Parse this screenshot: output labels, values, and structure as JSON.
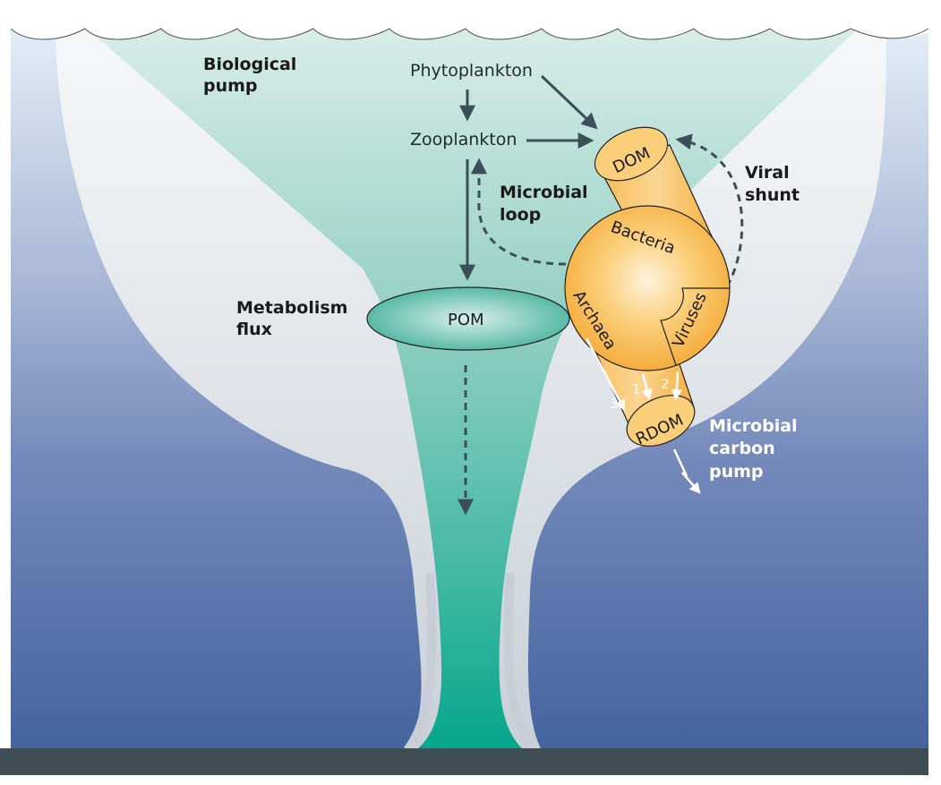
{
  "diagram": {
    "title_labels": {
      "biological_pump": [
        "Biological",
        "pump"
      ],
      "metabolism_flux": [
        "Metabolism",
        "flux"
      ],
      "microbial_loop": [
        "Microbial",
        "loop"
      ],
      "viral_shunt": [
        "Viral",
        "shunt"
      ],
      "microbial_carbon_pump": [
        "Microbial",
        "carbon",
        "pump"
      ]
    },
    "nodes": {
      "phytoplankton": "Phytoplankton",
      "zooplankton": "Zooplankton",
      "dom": "DOM",
      "pom": "POM",
      "rdom": "RDOM",
      "bacteria": "Bacteria",
      "archaea": "Archaea",
      "viruses": "Viruses"
    },
    "pathway_numbers": [
      "1",
      "2",
      "3"
    ],
    "edges": [
      {
        "from": "Phytoplankton",
        "to": "Zooplankton",
        "style": "solid"
      },
      {
        "from": "Phytoplankton",
        "to": "DOM",
        "style": "solid"
      },
      {
        "from": "Zooplankton",
        "to": "DOM",
        "style": "solid"
      },
      {
        "from": "Zooplankton",
        "to": "POM",
        "style": "solid"
      },
      {
        "from": "Bacteria",
        "to": "Zooplankton",
        "style": "dashed",
        "label": "Microbial loop"
      },
      {
        "from": "Viruses",
        "to": "DOM",
        "style": "dashed",
        "label": "Viral shunt"
      },
      {
        "from": "POM",
        "to": "deep ocean",
        "style": "dashed"
      },
      {
        "from": "Bacteria",
        "to": "RDOM",
        "style": "solid",
        "label": "1"
      },
      {
        "from": "Viruses",
        "to": "RDOM",
        "style": "solid",
        "label": "2"
      },
      {
        "from": "Archaea",
        "to": "RDOM",
        "style": "solid",
        "label": "3"
      },
      {
        "from": "RDOM",
        "to": "deep ocean",
        "style": "zigzag",
        "label": "Microbial carbon pump"
      }
    ],
    "colors": {
      "ocean_top": "#dce8f2",
      "ocean_bottom": "#45639e",
      "funnel_top": "#d6ebe6",
      "funnel_bottom": "#0aa88e",
      "halo": "#d9dde2",
      "microbe_orange": "#f6b445",
      "seafloor": "#3f4d55",
      "arrow_dark": "#3b4f58"
    }
  }
}
